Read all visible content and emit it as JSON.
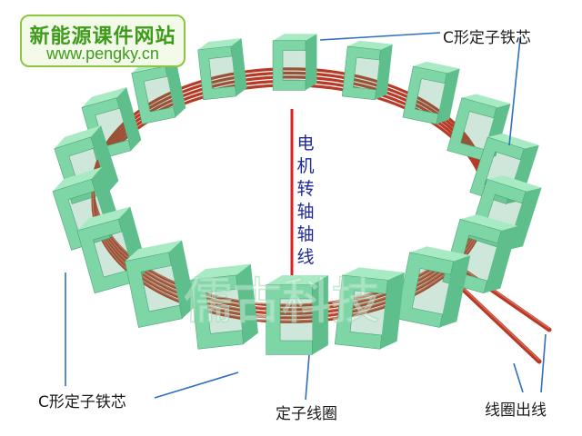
{
  "logo": {
    "line1": "新能源课件网站",
    "line2": "www.pengky.cn"
  },
  "labels": {
    "core_top": "C形定子铁芯",
    "core_bottom": "C形定子铁芯",
    "coil": "定子线圈",
    "coil_out": "线圈出线",
    "shaft": "电机转轴轴线"
  },
  "watermark": "儒古科技",
  "colors": {
    "core_face": "#7ed6a6",
    "core_side": "#5fbf8c",
    "core_top": "#a8eac4",
    "wire": "#b83a26",
    "wire_light": "#e0735e",
    "shaft": "#e21f1f",
    "leader": "#2e6fbf",
    "logo_text": "#3f9b1a"
  }
}
